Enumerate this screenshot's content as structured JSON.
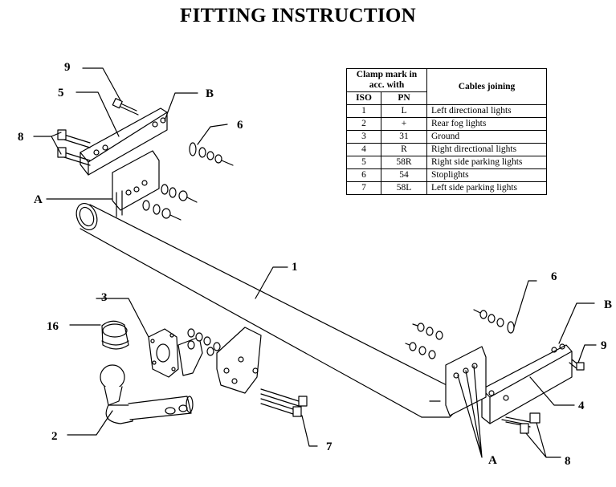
{
  "title": "FITTING INSTRUCTION",
  "table": {
    "header_clamp": "Clamp mark in acc. with",
    "header_iso": "ISO",
    "header_pn": "PN",
    "header_cables": "Cables joining",
    "rows": [
      {
        "iso": "1",
        "pn": "L",
        "cable": "Left directional lights"
      },
      {
        "iso": "2",
        "pn": "+",
        "cable": "Rear fog lights"
      },
      {
        "iso": "3",
        "pn": "31",
        "cable": "Ground"
      },
      {
        "iso": "4",
        "pn": "R",
        "cable": "Right directional lights"
      },
      {
        "iso": "5",
        "pn": "58R",
        "cable": "Right side parking lights"
      },
      {
        "iso": "6",
        "pn": "54",
        "cable": "Stoplights"
      },
      {
        "iso": "7",
        "pn": "58L",
        "cable": "Left side parking lights"
      }
    ]
  },
  "labels": {
    "n1": "1",
    "n2": "2",
    "n3": "3",
    "n16": "16",
    "n5": "5",
    "n9_left": "9",
    "n8_left": "8",
    "b_left": "B",
    "n6_left": "6",
    "a_left": "A",
    "n6_right": "6",
    "b_right": "B",
    "n9_right": "9",
    "n4": "4",
    "n7": "7",
    "a_right": "A",
    "n8_right": "8"
  }
}
